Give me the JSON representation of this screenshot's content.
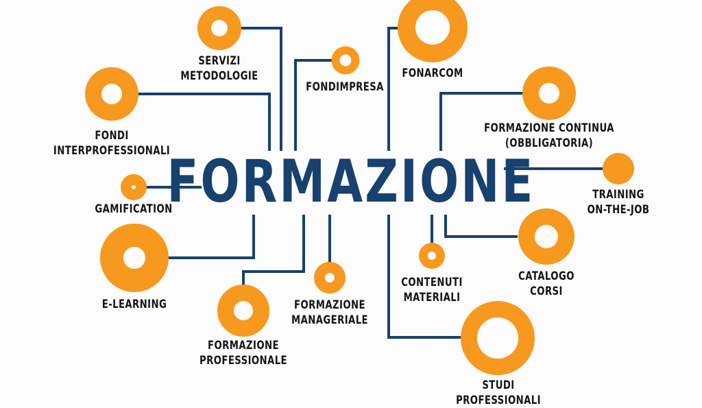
{
  "title": "FORMAZIONE",
  "colors": {
    "node": "#f7981f",
    "line": "#17416e",
    "text": "#151515",
    "background": "#fdfcfd"
  },
  "nodes": [
    {
      "id": "servizi-metodologie",
      "lines": [
        "SERVIZI",
        "METODOLOGIE"
      ]
    },
    {
      "id": "fondi-interprofessionali",
      "lines": [
        "FONDI",
        "INTERPROFESSIONALI"
      ]
    },
    {
      "id": "fondimpresa",
      "lines": [
        "FONDIMPRESA"
      ]
    },
    {
      "id": "fonarcom",
      "lines": [
        "FONARCOM"
      ]
    },
    {
      "id": "formazione-continua",
      "lines": [
        "FORMAZIONE CONTINUA",
        "(OBBLIGATORIA)"
      ]
    },
    {
      "id": "training-on-the-job",
      "lines": [
        "TRAINING",
        "ON-THE-JOB"
      ]
    },
    {
      "id": "gamification",
      "lines": [
        "GAMIFICATION"
      ]
    },
    {
      "id": "e-learning",
      "lines": [
        "E-LEARNING"
      ]
    },
    {
      "id": "formazione-professionale",
      "lines": [
        "FORMAZIONE",
        "PROFESSIONALE"
      ]
    },
    {
      "id": "formazione-manageriale",
      "lines": [
        "FORMAZIONE",
        "MANAGERIALE"
      ]
    },
    {
      "id": "contenuti-materiali",
      "lines": [
        "CONTENUTI",
        "MATERIALI"
      ]
    },
    {
      "id": "catalogo-corsi",
      "lines": [
        "CATALOGO",
        "CORSI"
      ]
    },
    {
      "id": "studi-professionali",
      "lines": [
        "STUDI",
        "PROFESSIONALI"
      ]
    }
  ]
}
